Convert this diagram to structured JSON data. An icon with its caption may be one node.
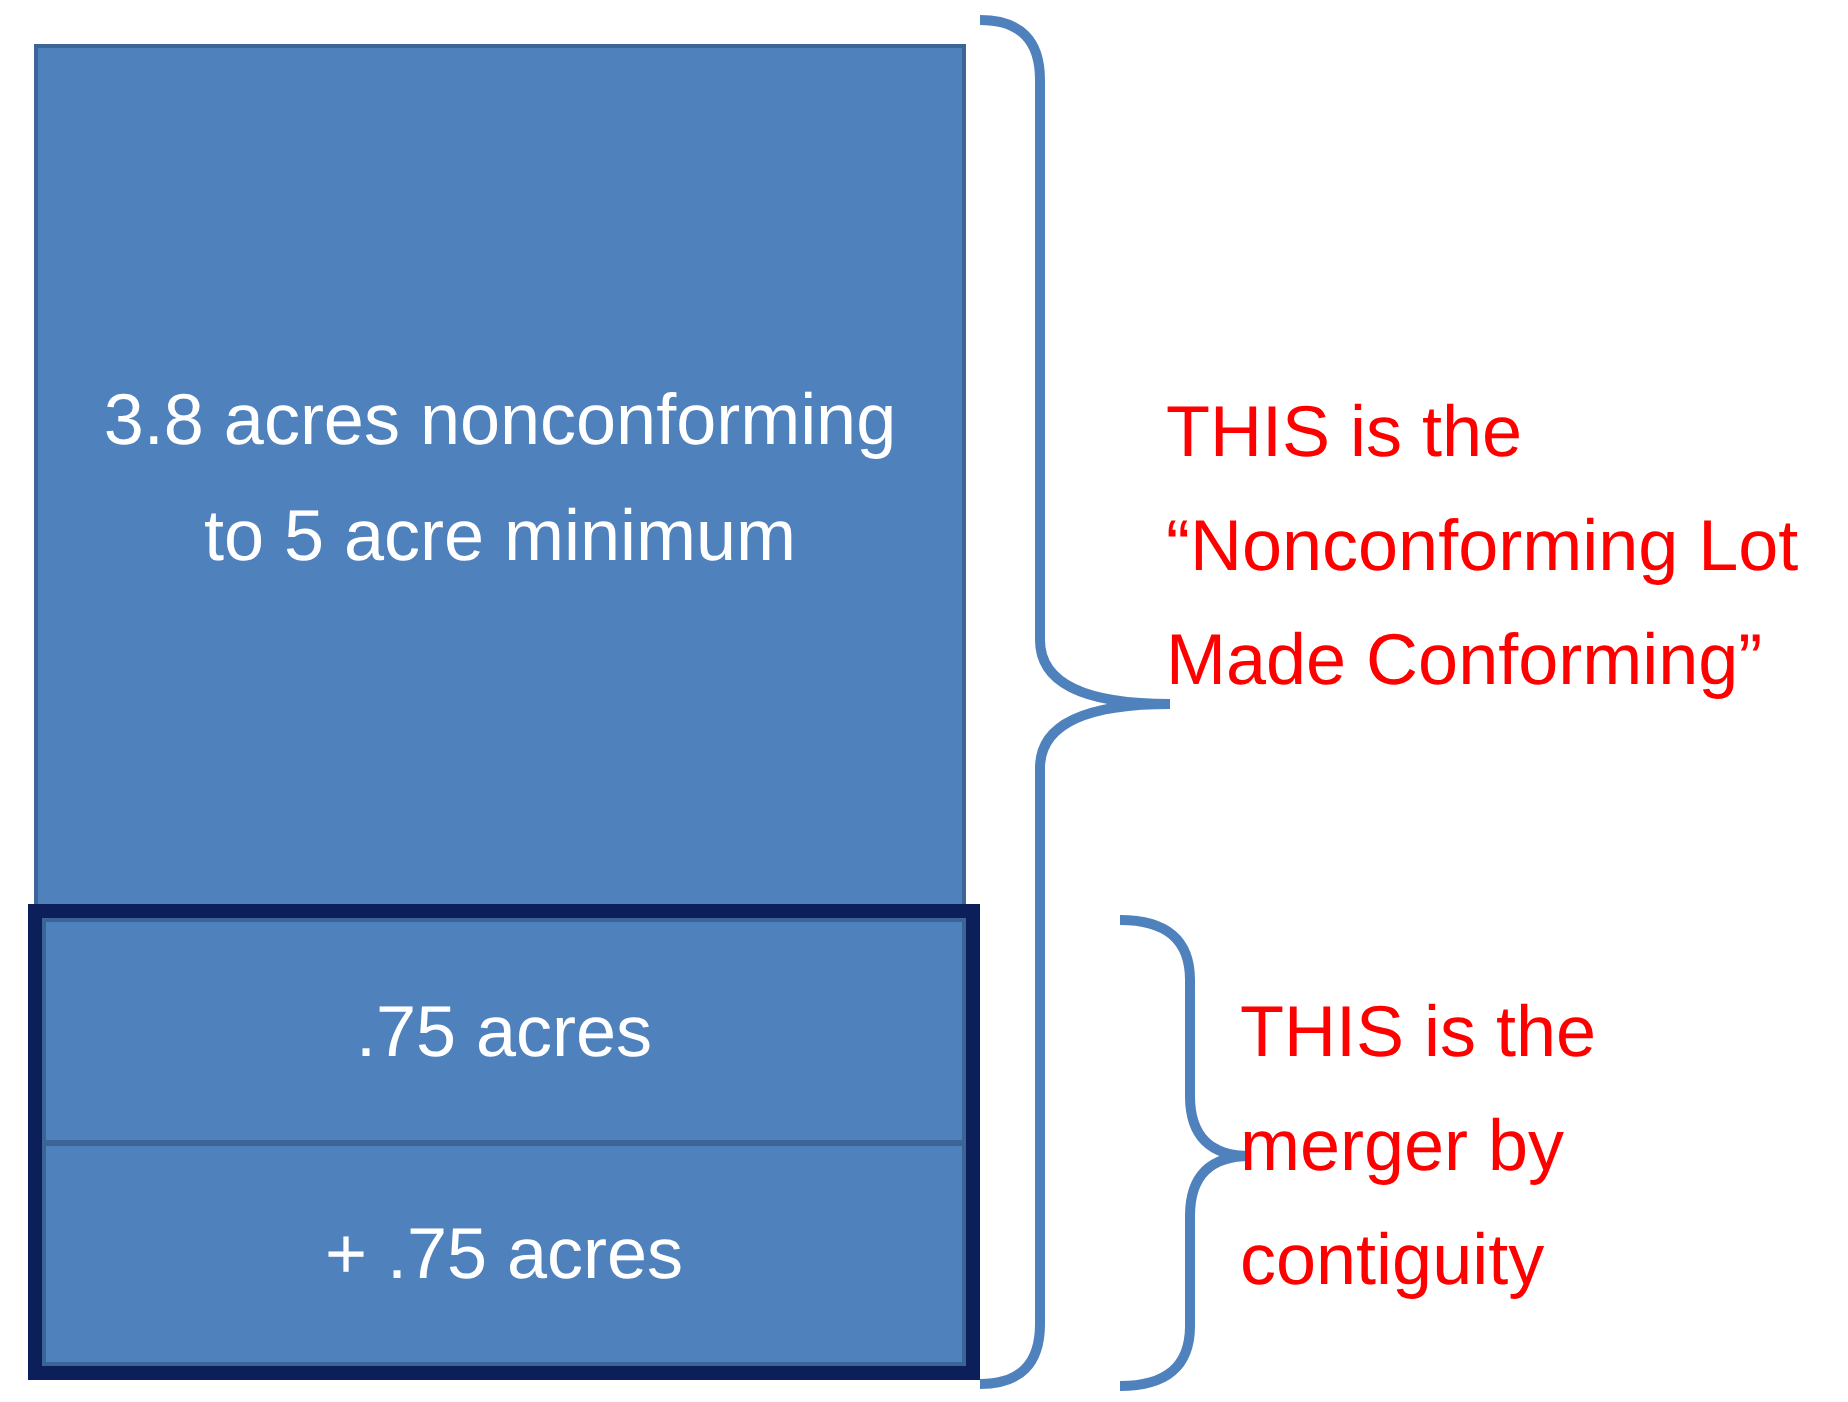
{
  "diagram": {
    "nodes": [
      {
        "text": [
          "3.8 acres nonconforming to 5 acre minimum"
        ]
      },
      {
        "text": [],
        "shape": "box"
      },
      {
        "text": [
          ".75 acres"
        ],
        "in": 1
      },
      {
        "text": [
          "+ .75 acres"
        ],
        "in": 1
      }
    ],
    "labels": [
      "THIS is the “Nonconforming Lot Made Conforming”",
      "THIS is the merger by contiguity"
    ]
  }
}
